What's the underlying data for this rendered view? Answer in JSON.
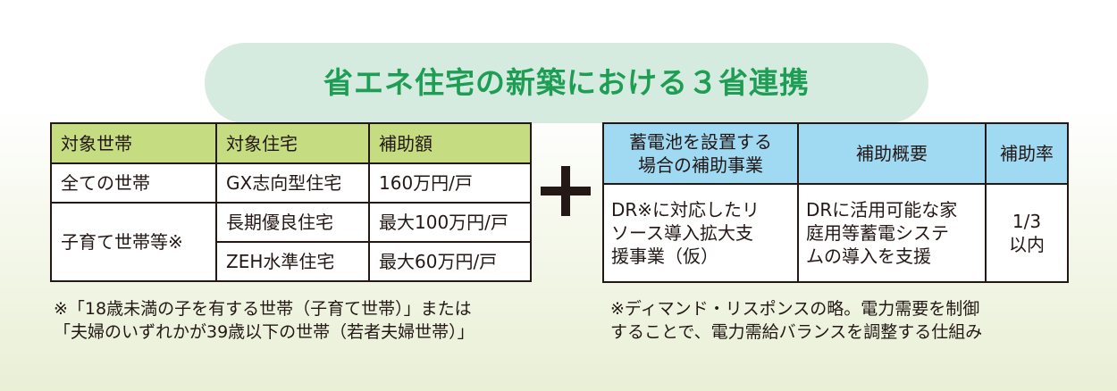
{
  "title": "省エネ住宅の新築における３省連携",
  "left_table": {
    "headers": [
      "対象世帯",
      "対象住宅",
      "補助額"
    ],
    "rows": [
      {
        "household": "全ての世帯",
        "housing": "GX志向型住宅",
        "amount": "160万円/戸"
      },
      {
        "household": "子育て世帯等※",
        "housing": "長期優良住宅",
        "amount": "最大100万円/戸"
      },
      {
        "housing": "ZEH水準住宅",
        "amount": "最大60万円/戸"
      }
    ],
    "note_lines": [
      "※「18歳未満の子を有する世帯（子育て世帯）」または",
      "「夫婦のいずれかが39歳以下の世帯（若者夫婦世帯）」"
    ]
  },
  "right_table": {
    "headers": [
      [
        "蓄電池を設置する",
        "場合の補助事業"
      ],
      [
        "補助概要"
      ],
      [
        "補助率"
      ]
    ],
    "row": {
      "project": [
        "DR※に対応したリ",
        "ソース導入拡大支",
        "援事業（仮）"
      ],
      "summary": [
        "DRに活用可能な家",
        "庭用等蓄電システ",
        "ムの導入を支援"
      ],
      "rate": [
        "1/3",
        "以内"
      ]
    },
    "note_lines": [
      "※ディマンド・リスポンスの略。電力需要を制御",
      "することで、電力需給バランスを調整する仕組み"
    ]
  },
  "plus_symbol": "+",
  "colors": {
    "title_text": "#1e9e55",
    "title_pill": "#d6ebe0",
    "left_header_bg": "#c6dc80",
    "right_header_bg": "#9fd9f2",
    "border": "#231815"
  }
}
